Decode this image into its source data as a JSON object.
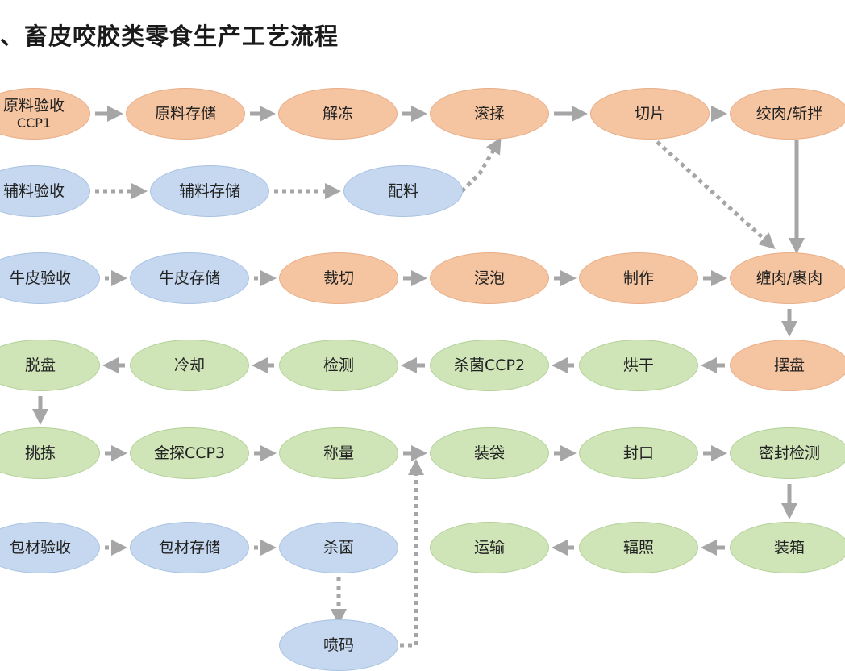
{
  "title": "、畜皮咬胶类零食生产工艺流程",
  "colors": {
    "raw": "#f5c4a0",
    "auxiliary": "#c5d8ef",
    "finishing": "#cfe5b8",
    "arrow": "#a6a6a6"
  },
  "nodes": [
    {
      "id": "n1",
      "label": "原料验收",
      "sub": "CCP1",
      "color": "orange"
    },
    {
      "id": "n2",
      "label": "原料存储",
      "color": "orange"
    },
    {
      "id": "n3",
      "label": "解冻",
      "color": "orange"
    },
    {
      "id": "n4",
      "label": "滚揉",
      "color": "orange"
    },
    {
      "id": "n5",
      "label": "切片",
      "color": "orange"
    },
    {
      "id": "n6",
      "label": "绞肉/斩拌",
      "color": "orange"
    },
    {
      "id": "n7",
      "label": "辅料验收",
      "color": "blue"
    },
    {
      "id": "n8",
      "label": "辅料存储",
      "color": "blue"
    },
    {
      "id": "n9",
      "label": "配料",
      "color": "blue"
    },
    {
      "id": "n10",
      "label": "牛皮验收",
      "color": "blue"
    },
    {
      "id": "n11",
      "label": "牛皮存储",
      "color": "blue"
    },
    {
      "id": "n12",
      "label": "裁切",
      "color": "orange"
    },
    {
      "id": "n13",
      "label": "浸泡",
      "color": "orange"
    },
    {
      "id": "n14",
      "label": "制作",
      "color": "orange"
    },
    {
      "id": "n15",
      "label": "缠肉/裹肉",
      "color": "orange"
    },
    {
      "id": "n16",
      "label": "摆盘",
      "color": "orange"
    },
    {
      "id": "n17",
      "label": "烘干",
      "color": "green"
    },
    {
      "id": "n18",
      "label": "杀菌CCP2",
      "color": "green"
    },
    {
      "id": "n19",
      "label": "检测",
      "color": "green"
    },
    {
      "id": "n20",
      "label": "冷却",
      "color": "green"
    },
    {
      "id": "n21",
      "label": "脱盘",
      "color": "green"
    },
    {
      "id": "n22",
      "label": "挑拣",
      "color": "green"
    },
    {
      "id": "n23",
      "label": "金探CCP3",
      "color": "green"
    },
    {
      "id": "n24",
      "label": "称量",
      "color": "green"
    },
    {
      "id": "n25",
      "label": "装袋",
      "color": "green"
    },
    {
      "id": "n26",
      "label": "封口",
      "color": "green"
    },
    {
      "id": "n27",
      "label": "密封检测",
      "color": "green"
    },
    {
      "id": "n28",
      "label": "装箱",
      "color": "green"
    },
    {
      "id": "n29",
      "label": "辐照",
      "color": "green"
    },
    {
      "id": "n30",
      "label": "运输",
      "color": "green"
    },
    {
      "id": "n31",
      "label": "包材验收",
      "color": "blue"
    },
    {
      "id": "n32",
      "label": "包材存储",
      "color": "blue"
    },
    {
      "id": "n33",
      "label": "杀菌",
      "color": "blue"
    },
    {
      "id": "n34",
      "label": "喷码",
      "color": "blue"
    }
  ],
  "edges": [
    {
      "from": "n1",
      "to": "n2",
      "style": "solid"
    },
    {
      "from": "n2",
      "to": "n3",
      "style": "solid"
    },
    {
      "from": "n3",
      "to": "n4",
      "style": "solid"
    },
    {
      "from": "n4",
      "to": "n5",
      "style": "solid"
    },
    {
      "from": "n5",
      "to": "n6",
      "style": "solid"
    },
    {
      "from": "n7",
      "to": "n8",
      "style": "dotted"
    },
    {
      "from": "n8",
      "to": "n9",
      "style": "dotted"
    },
    {
      "from": "n9",
      "to": "n4",
      "style": "dotted"
    },
    {
      "from": "n5",
      "to": "n15",
      "style": "dotted"
    },
    {
      "from": "n6",
      "to": "n15",
      "style": "solid"
    },
    {
      "from": "n10",
      "to": "n11",
      "style": "dotted"
    },
    {
      "from": "n11",
      "to": "n12",
      "style": "dotted"
    },
    {
      "from": "n12",
      "to": "n13",
      "style": "solid"
    },
    {
      "from": "n13",
      "to": "n14",
      "style": "solid"
    },
    {
      "from": "n14",
      "to": "n15",
      "style": "solid"
    },
    {
      "from": "n15",
      "to": "n16",
      "style": "solid"
    },
    {
      "from": "n16",
      "to": "n17",
      "style": "solid"
    },
    {
      "from": "n17",
      "to": "n18",
      "style": "solid"
    },
    {
      "from": "n18",
      "to": "n19",
      "style": "solid"
    },
    {
      "from": "n19",
      "to": "n20",
      "style": "solid"
    },
    {
      "from": "n20",
      "to": "n21",
      "style": "solid"
    },
    {
      "from": "n21",
      "to": "n22",
      "style": "solid"
    },
    {
      "from": "n22",
      "to": "n23",
      "style": "solid"
    },
    {
      "from": "n23",
      "to": "n24",
      "style": "solid"
    },
    {
      "from": "n24",
      "to": "n25",
      "style": "solid"
    },
    {
      "from": "n25",
      "to": "n26",
      "style": "solid"
    },
    {
      "from": "n26",
      "to": "n27",
      "style": "solid"
    },
    {
      "from": "n27",
      "to": "n28",
      "style": "solid"
    },
    {
      "from": "n28",
      "to": "n29",
      "style": "solid"
    },
    {
      "from": "n29",
      "to": "n30",
      "style": "solid"
    },
    {
      "from": "n31",
      "to": "n32",
      "style": "dotted"
    },
    {
      "from": "n32",
      "to": "n33",
      "style": "dotted"
    },
    {
      "from": "n33",
      "to": "n34",
      "style": "dotted"
    },
    {
      "from": "n34",
      "to": "n25",
      "style": "dotted"
    }
  ]
}
